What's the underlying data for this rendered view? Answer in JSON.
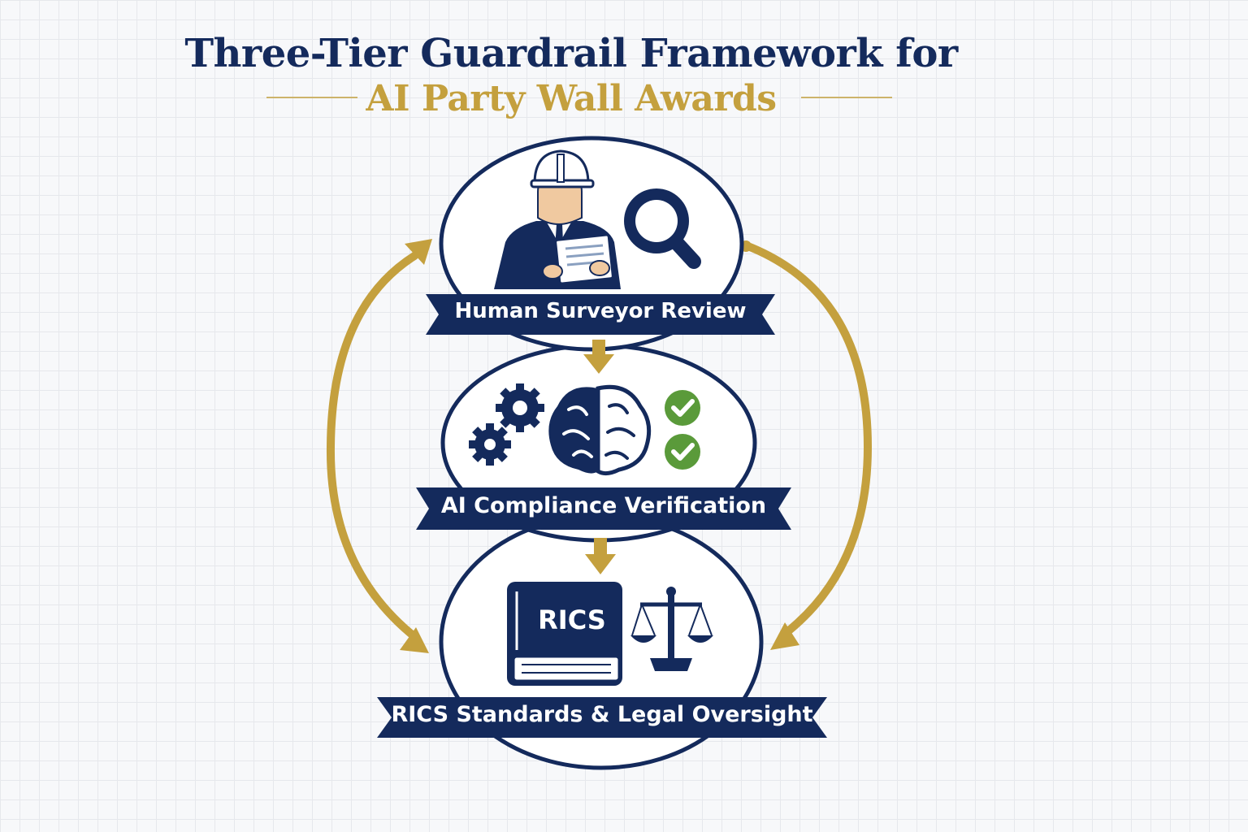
{
  "title": {
    "line1": "Three-Tier Guardrail Framework for",
    "line2": "AI Party Wall Awards"
  },
  "tiers": [
    {
      "label": "Human Surveyor Review",
      "icons": [
        "surveyor-icon",
        "magnifier-icon"
      ]
    },
    {
      "label": "AI Compliance Verification",
      "icons": [
        "gears-icon",
        "brain-icon",
        "checkmark-icon"
      ]
    },
    {
      "label": "RICS Standards & Legal Oversight",
      "icons": [
        "rulebook-icon",
        "scales-icon"
      ]
    }
  ],
  "book_label": "RICS",
  "colors": {
    "navy": "#142a5c",
    "gold": "#c4a03e",
    "green": "#5a9a3a"
  }
}
